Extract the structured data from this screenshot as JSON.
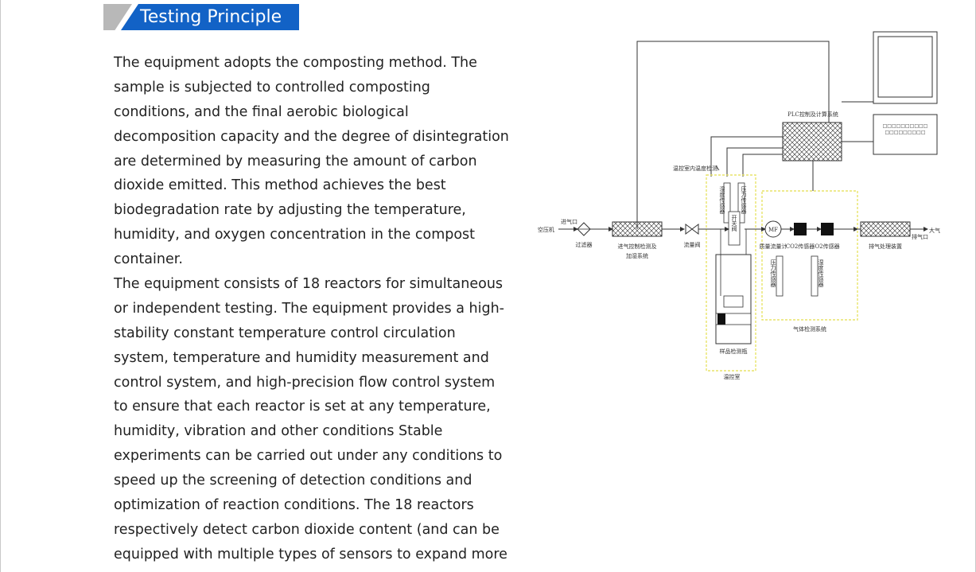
{
  "section": {
    "title": "Testing Principle"
  },
  "body": {
    "lines": [
      "The equipment adopts the composting method. The",
      "sample is subjected to controlled composting",
      "conditions, and the final aerobic biological",
      "decomposition capacity and the degree of disintegration",
      "are determined by measuring the amount of carbon",
      "dioxide emitted. This method achieves the best",
      "biodegradation rate by adjusting the temperature,",
      "humidity, and oxygen concentration in the compost",
      "container.",
      "The equipment consists of 18 reactors for simultaneous",
      "or independent testing. The equipment provides a high-",
      "stability constant temperature control circulation",
      "system, temperature and humidity measurement and",
      "control system, and high-precision flow control system",
      "to ensure that each reactor is set at any temperature,",
      "humidity, vibration and other conditions Stable",
      "experiments can be carried out under any conditions to",
      "speed up the screening of detection conditions and",
      "optimization of reaction conditions. The 18 reactors",
      "respectively detect carbon dioxide content (and can be",
      "equipped with multiple types of sensors to expand more"
    ]
  },
  "diagram": {
    "plc_label": "PLC控制及计算系统",
    "keypad_row1": "□□□□□□□□□□",
    "keypad_row2": "□□□□□□□□□",
    "room_temp_label": "温控室内温度检测",
    "humidity_sensor_label": "湿度传感器",
    "pressure_sensor_label": "压力传感器",
    "valve_box_label": "开关阀",
    "inlet_label": "进气口",
    "air_compressor_label": "空压机",
    "filter_label": "过滤器",
    "intake_label_1": "进气控制检测及",
    "intake_label_2": "加湿系统",
    "flow_valve_label": "流量阀",
    "sample_bottle_label": "样品检测瓶",
    "chamber_label": "温控室",
    "mf_label": "MF",
    "mass_flow_label": "质量流量计",
    "co2_label": "CO2传感器",
    "o2_label": "O2传感器",
    "gas_pressure_label": "压力传感器",
    "gas_humidity_label": "湿度传感器",
    "gas_system_label": "气体检测系统",
    "exhaust_treatment_label": "排气处理装置",
    "exhaust_port_label": "排气口",
    "atmosphere_label": "大气"
  }
}
